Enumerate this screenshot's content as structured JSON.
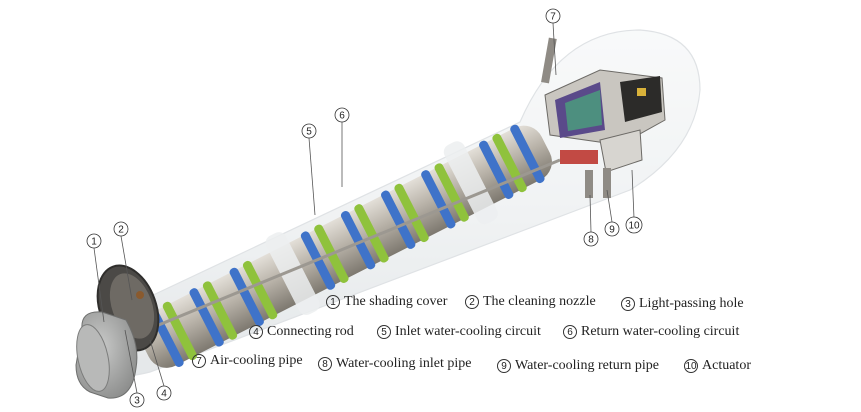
{
  "callouts": [
    {
      "num": "1"
    },
    {
      "num": "2"
    },
    {
      "num": "3"
    },
    {
      "num": "4"
    },
    {
      "num": "5"
    },
    {
      "num": "6"
    },
    {
      "num": "7"
    },
    {
      "num": "8"
    },
    {
      "num": "9"
    },
    {
      "num": "10"
    }
  ],
  "legend": [
    {
      "num": "1",
      "label": "The shading cover"
    },
    {
      "num": "2",
      "label": "The cleaning nozzle"
    },
    {
      "num": "3",
      "label": "Light-passing hole"
    },
    {
      "num": "4",
      "label": "Connecting rod"
    },
    {
      "num": "5",
      "label": "Inlet water-cooling circuit"
    },
    {
      "num": "6",
      "label": "Return water-cooling circuit"
    },
    {
      "num": "7",
      "label": "Air-cooling pipe"
    },
    {
      "num": "8",
      "label": "Water-cooling inlet pipe"
    },
    {
      "num": "9",
      "label": "Water-cooling return pipe"
    },
    {
      "num": "10",
      "label": "Actuator"
    }
  ],
  "colors": {
    "inlet_coil": "#3f73c9",
    "return_coil": "#8fc23c",
    "tube_metal": "#b8b3aa",
    "glass": "#dfe6ea",
    "cover": "#a9aaa9"
  }
}
